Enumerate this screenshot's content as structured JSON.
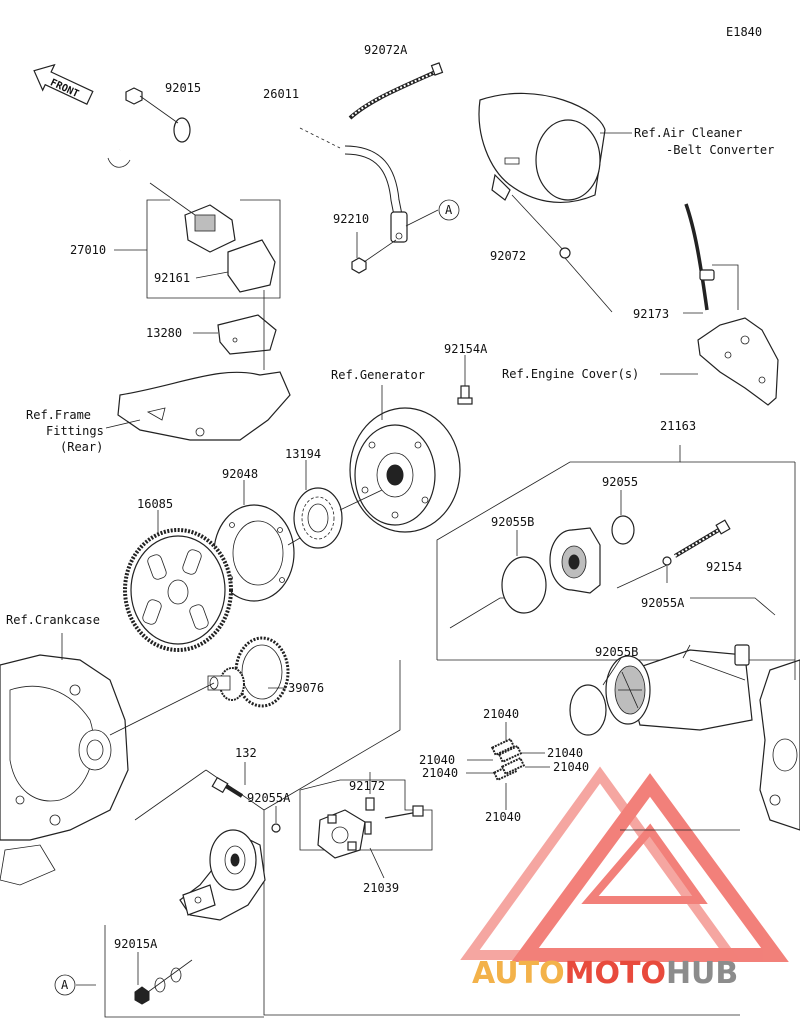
{
  "diagram": {
    "code": "E1840",
    "front_label": "FRONT",
    "callout_ref": "A",
    "parts": [
      {
        "id": "92072A"
      },
      {
        "id": "92015"
      },
      {
        "id": "26011"
      },
      {
        "id": "27010"
      },
      {
        "id": "92161"
      },
      {
        "id": "92210"
      },
      {
        "id": "13280"
      },
      {
        "id": "92072"
      },
      {
        "id": "92173"
      },
      {
        "id": "92154A"
      },
      {
        "id": "13194"
      },
      {
        "id": "92048"
      },
      {
        "id": "16085"
      },
      {
        "id": "39076"
      },
      {
        "id": "21163"
      },
      {
        "id": "92055"
      },
      {
        "id": "92055B"
      },
      {
        "id": "92154"
      },
      {
        "id": "92055A"
      },
      {
        "id": "21040"
      },
      {
        "id": "132"
      },
      {
        "id": "92172"
      },
      {
        "id": "21039"
      },
      {
        "id": "92015A"
      }
    ],
    "references": {
      "air_cleaner_1": "Ref.Air Cleaner",
      "air_cleaner_2": "-Belt Converter",
      "engine_cover": "Ref.Engine Cover(s)",
      "generator": "Ref.Generator",
      "frame_1": "Ref.Frame",
      "frame_2": "Fittings",
      "frame_3": "(Rear)",
      "crankcase": "Ref.Crankcase"
    }
  },
  "watermark": {
    "part1": "AUTO",
    "part2": "MOTO",
    "part3": "HUB",
    "colors": {
      "gold": "#f3b24a",
      "red": "#e84a3c",
      "gray": "#8c8c8c",
      "logo": "#f06b63"
    }
  }
}
